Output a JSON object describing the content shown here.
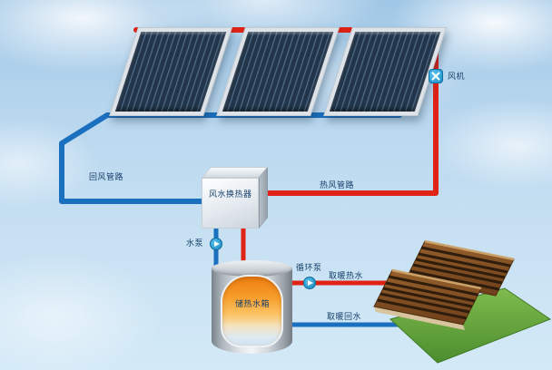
{
  "diagram": {
    "labels": {
      "fan": "风机",
      "return_air_duct": "回风管路",
      "hot_air_duct": "热风管路",
      "air_water_heat_exchanger": "风水换热器",
      "water_pump": "水泵",
      "circulation_pump": "循环泵",
      "heating_hot_water": "取暖热水",
      "heat_storage_tank": "储热水箱",
      "heating_return_water": "取暖回水"
    },
    "colors": {
      "hot_pipe": "#e02317",
      "cold_pipe": "#1a6fbe",
      "device_blue": "#2fa8e1",
      "label_text": "#16406b",
      "tank_liquid": "#f6891e",
      "collector_panel": "#22354a",
      "floor_wood": "#8a5526",
      "floor_groove": "#2e1c0c",
      "grass": "#63a23c"
    },
    "icons": {
      "fan": "blue-square-x-blades",
      "water_pump": "blue-circle-triangle",
      "circulation_pump": "blue-circle-triangle"
    }
  }
}
